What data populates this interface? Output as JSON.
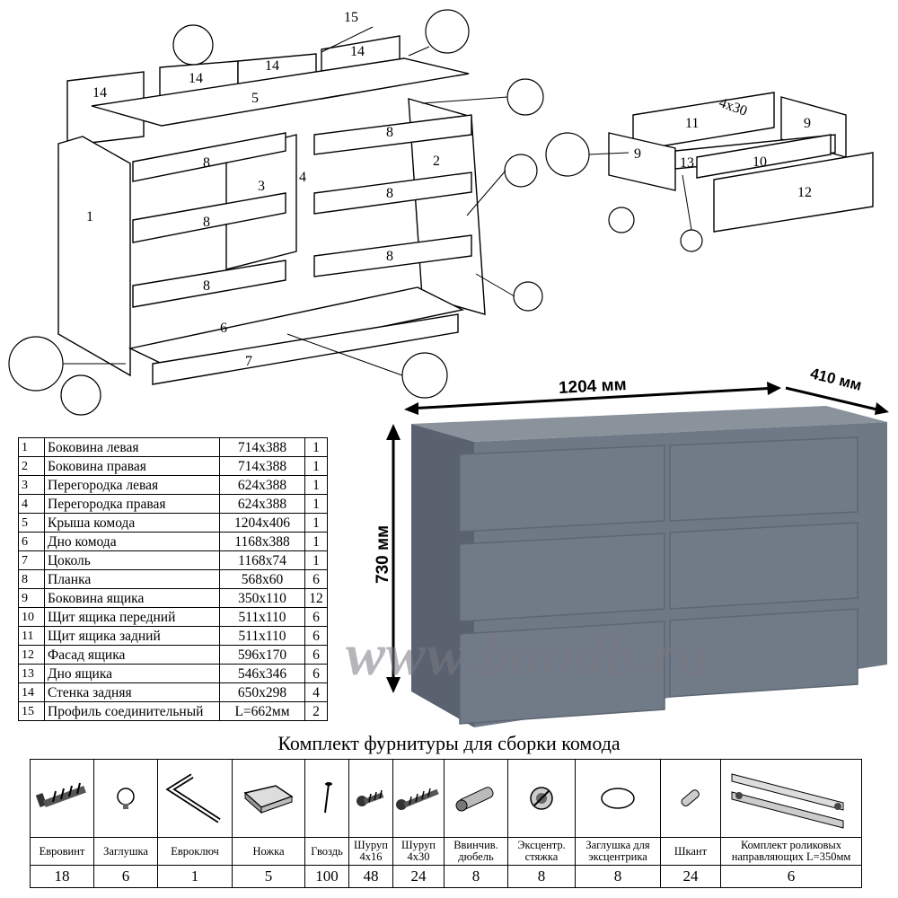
{
  "diagram": {
    "part_labels": [
      "1",
      "2",
      "3",
      "4",
      "5",
      "6",
      "7",
      "8",
      "8",
      "8",
      "8",
      "8",
      "8",
      "9",
      "9",
      "10",
      "11",
      "12",
      "13",
      "14",
      "14",
      "14",
      "14",
      "15"
    ],
    "screw_label": "4x30"
  },
  "dimensions": {
    "width": "1204 мм",
    "depth": "410 мм",
    "height": "730 мм"
  },
  "parts": [
    {
      "n": "1",
      "name": "Боковина левая",
      "size": "714x388",
      "qty": "1"
    },
    {
      "n": "2",
      "name": "Боковина правая",
      "size": "714x388",
      "qty": "1"
    },
    {
      "n": "3",
      "name": "Перегородка левая",
      "size": "624x388",
      "qty": "1"
    },
    {
      "n": "4",
      "name": "Перегородка правая",
      "size": "624x388",
      "qty": "1"
    },
    {
      "n": "5",
      "name": "Крыша комода",
      "size": "1204x406",
      "qty": "1"
    },
    {
      "n": "6",
      "name": "Дно комода",
      "size": "1168x388",
      "qty": "1"
    },
    {
      "n": "7",
      "name": "Цоколь",
      "size": "1168x74",
      "qty": "1"
    },
    {
      "n": "8",
      "name": "Планка",
      "size": "568x60",
      "qty": "6"
    },
    {
      "n": "9",
      "name": "Боковина ящика",
      "size": "350x110",
      "qty": "12"
    },
    {
      "n": "10",
      "name": "Щит ящика передний",
      "size": "511x110",
      "qty": "6"
    },
    {
      "n": "11",
      "name": "Щит ящика задний",
      "size": "511x110",
      "qty": "6"
    },
    {
      "n": "12",
      "name": "Фасад ящика",
      "size": "596x170",
      "qty": "6"
    },
    {
      "n": "13",
      "name": "Дно ящика",
      "size": "546x346",
      "qty": "6"
    },
    {
      "n": "14",
      "name": "Стенка задняя",
      "size": "650x298",
      "qty": "4"
    },
    {
      "n": "15",
      "name": "Профиль соединительный",
      "size": "L=662мм",
      "qty": "2"
    }
  ],
  "watermark": "www.bandb.ru",
  "kit": {
    "title": "Комплект фурнитуры для сборки комода",
    "items": [
      {
        "icon": "eurobolt-icon",
        "label": "Евровинт",
        "qty": "18"
      },
      {
        "icon": "cap-icon",
        "label": "Заглушка",
        "qty": "6"
      },
      {
        "icon": "hex-key-icon",
        "label": "Евроключ",
        "qty": "1"
      },
      {
        "icon": "foot-icon",
        "label": "Ножка",
        "qty": "5"
      },
      {
        "icon": "nail-icon",
        "label": "Гвоздь",
        "qty": "100"
      },
      {
        "icon": "screw-4x16-icon",
        "label": "Шуруп 4x16",
        "qty": "48"
      },
      {
        "icon": "screw-4x30-icon",
        "label": "Шуруп 4x30",
        "qty": "24"
      },
      {
        "icon": "dowel-icon",
        "label": "Ввинчив. дюбель",
        "qty": "8"
      },
      {
        "icon": "cam-lock-icon",
        "label": "Эксцентр. стяжка",
        "qty": "8"
      },
      {
        "icon": "cam-cap-icon",
        "label": "Заглушка для эксцентрика",
        "qty": "8"
      },
      {
        "icon": "wood-dowel-icon",
        "label": "Шкант",
        "qty": "24"
      },
      {
        "icon": "roller-slides-icon",
        "label": "Комплект роликовых направляющих L=350мм",
        "qty": "6"
      }
    ]
  },
  "colors": {
    "chest_body": "#6f7986",
    "chest_dark": "#59626e",
    "chest_top": "#8a929c"
  }
}
